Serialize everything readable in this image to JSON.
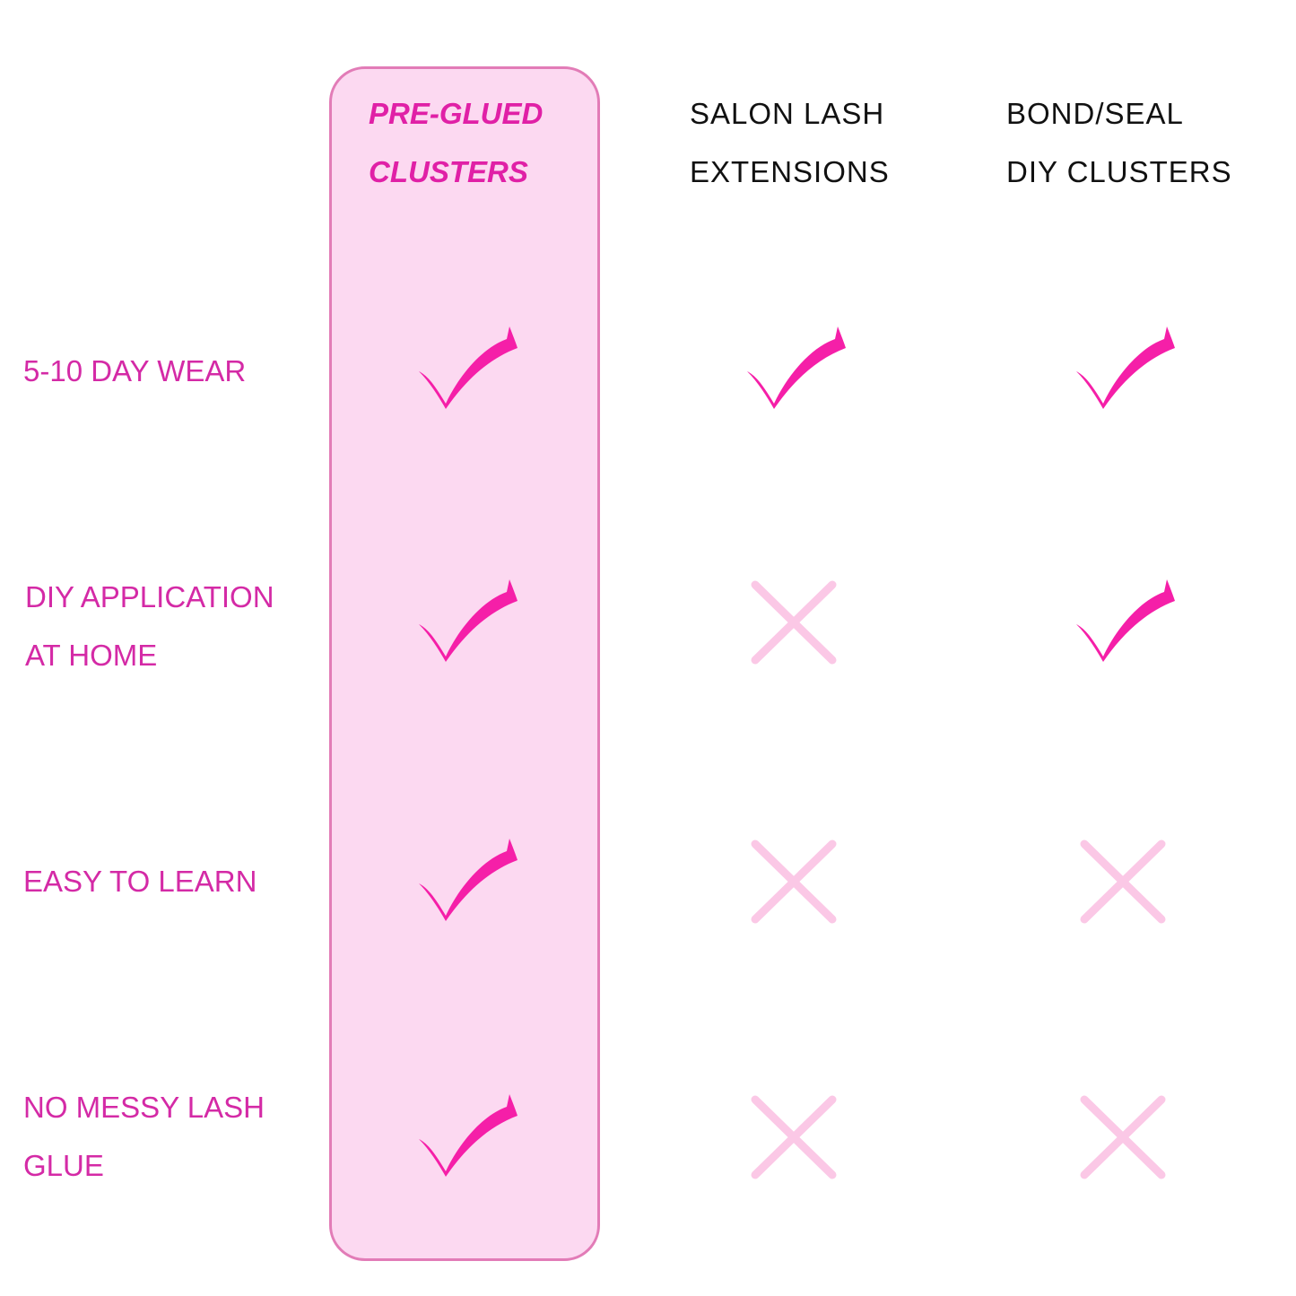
{
  "colors": {
    "accent": "#f51fa8",
    "header_accent": "#e020a6",
    "label": "#d42aa6",
    "highlight_fill": "#fcd9f1",
    "highlight_border": "#e27cb7",
    "cross": "#fbc8e6"
  },
  "columns": [
    {
      "lines": [
        "PRE-GLUED",
        "CLUSTERS"
      ],
      "featured": true
    },
    {
      "lines": [
        "SALON LASH",
        "EXTENSIONS"
      ],
      "featured": false
    },
    {
      "lines": [
        "BOND/SEAL",
        "DIY CLUSTERS"
      ],
      "featured": false
    }
  ],
  "rows": [
    {
      "lines": [
        "5-10 DAY WEAR"
      ],
      "marks": [
        "check-icon",
        "check-icon",
        "check-icon"
      ]
    },
    {
      "lines": [
        "DIY APPLICATION",
        "AT HOME"
      ],
      "marks": [
        "check-icon",
        "cross-icon",
        "check-icon"
      ]
    },
    {
      "lines": [
        "EASY TO LEARN"
      ],
      "marks": [
        "check-icon",
        "cross-icon",
        "cross-icon"
      ]
    },
    {
      "lines": [
        "NO MESSY LASH",
        "GLUE"
      ],
      "marks": [
        "check-icon",
        "cross-icon",
        "cross-icon"
      ]
    }
  ]
}
